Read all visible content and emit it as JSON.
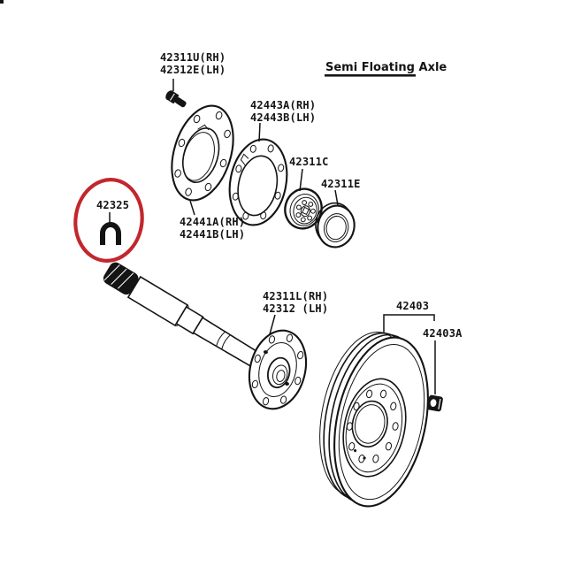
{
  "diagram": {
    "title": "Semi Floating Axle",
    "highlighted_part": "42325",
    "colors": {
      "accent": "#c2272d",
      "ink": "#141414",
      "background": "#ffffff"
    },
    "labels": {
      "bolt_rh": "42311U(RH)",
      "bolt_lh": "42312E(LH)",
      "gasket_rh": "42443A(RH)",
      "gasket_lh": "42443B(LH)",
      "bearing": "42311C",
      "seal": "42311E",
      "snap_ring": "42325",
      "retainer_rh": "42441A(RH)",
      "retainer_lh": "42441B(LH)",
      "shaft_rh": "42311L(RH)",
      "shaft_lh": "42312 (LH)",
      "drum": "42403",
      "hub_nut": "42403A"
    }
  }
}
